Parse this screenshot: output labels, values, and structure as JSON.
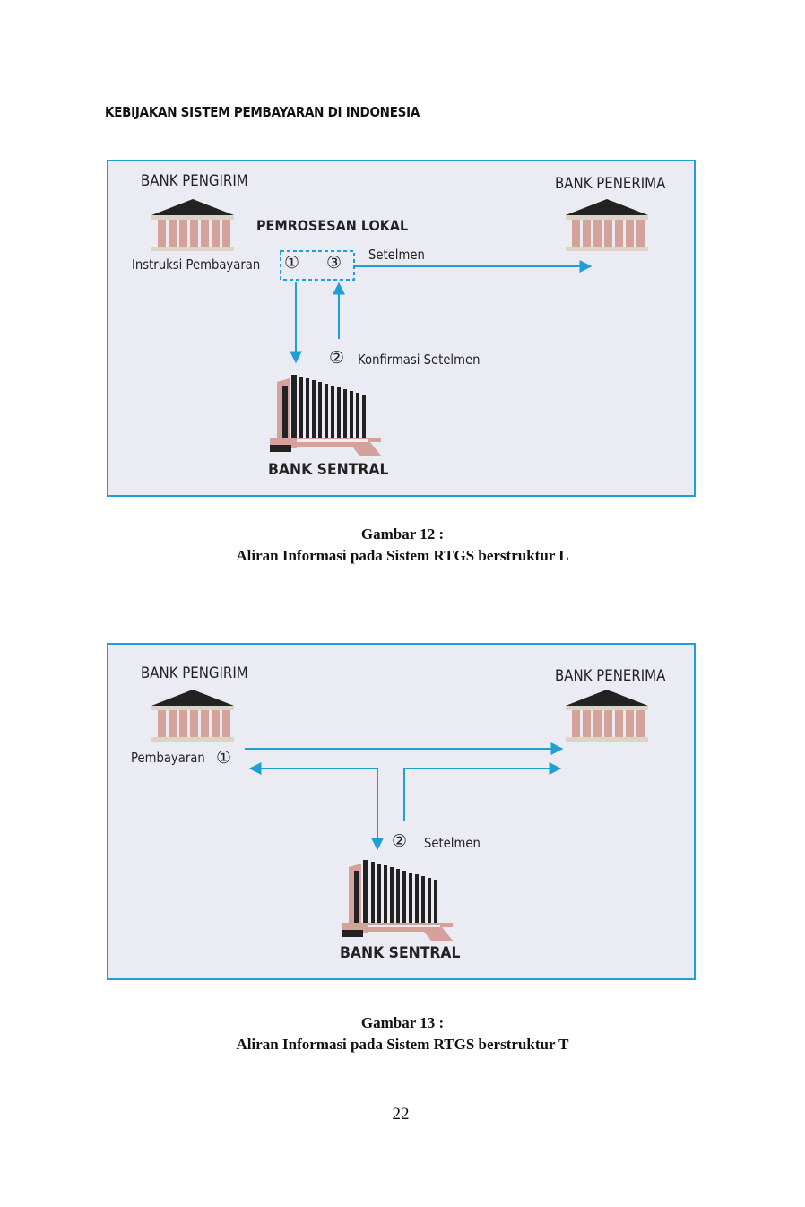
{
  "header": {
    "title": "KEBIJAKAN SISTEM PEMBAYARAN DI INDONESIA"
  },
  "figure12": {
    "bank_sender": "BANK PENGIRIM",
    "bank_receiver": "BANK PENERIMA",
    "local_processing": "PEMROSESAN LOKAL",
    "payment_instruction": "Instruksi Pembayaran",
    "step1": "①",
    "step2": "②",
    "step3": "③",
    "settlement": "Setelmen",
    "settlement_confirmation": "Konfirmasi Setelmen",
    "central_bank": "BANK SENTRAL",
    "caption_number": "Gambar 12 :",
    "caption_text": "Aliran Informasi pada Sistem RTGS berstruktur L"
  },
  "figure13": {
    "bank_sender": "BANK PENGIRIM",
    "bank_receiver": "BANK PENERIMA",
    "payment": "Pembayaran",
    "step1": "①",
    "step2": "②",
    "settlement": "Setelmen",
    "central_bank": "BANK SENTRAL",
    "caption_number": "Gambar 13 :",
    "caption_text": "Aliran Informasi pada Sistem RTGS berstruktur T"
  },
  "page": {
    "number": "22"
  },
  "colors": {
    "arrow": "#1fa0d4",
    "box_fill": "#ebebf4",
    "column": "#d4a29a",
    "roof": "#222222"
  },
  "icons": [
    "bank-building-icon",
    "central-bank-building-icon"
  ]
}
